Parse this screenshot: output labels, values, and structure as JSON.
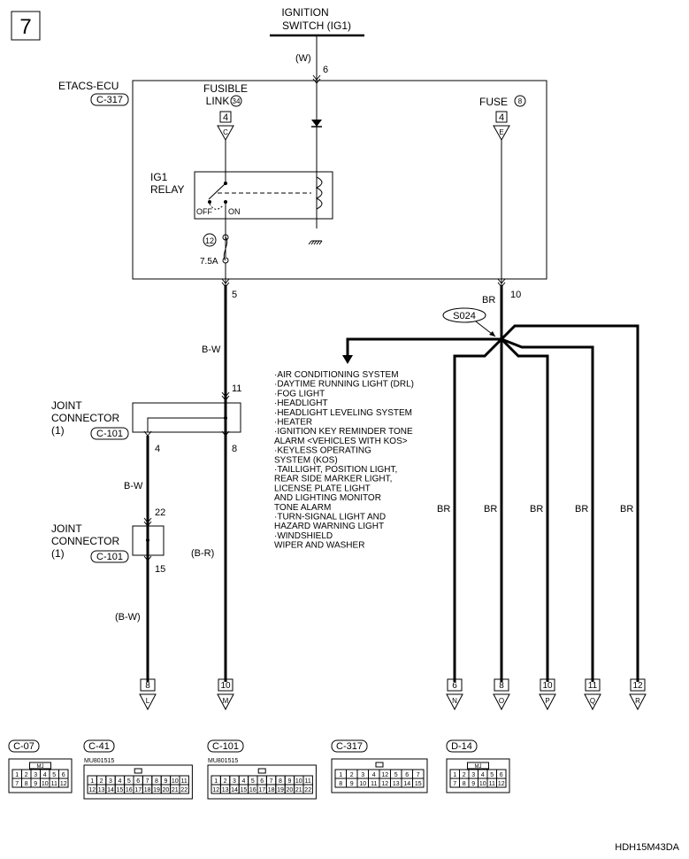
{
  "page_number": "7",
  "ignition": {
    "line1": "IGNITION",
    "line2": "SWITCH (IG1)",
    "wire_color": "(W)",
    "pin": "6"
  },
  "etacs": {
    "name": "ETACS-ECU",
    "connector": "C-317"
  },
  "fusible_link": {
    "line1": "FUSIBLE",
    "line2": "LINK",
    "num": "34",
    "amp": "4",
    "letter": "C"
  },
  "fuse": {
    "label": "FUSE",
    "num": "8",
    "amp": "4",
    "letter": "E"
  },
  "relay": {
    "line1": "IG1",
    "line2": "RELAY",
    "off": "OFF",
    "on": "ON"
  },
  "internal_fuse": {
    "num": "12",
    "amp": "7.5A"
  },
  "left_wire": {
    "pin_out": "5",
    "color": "B-W",
    "jc_in": "11",
    "jc_out_a": "4",
    "jc_out_b": "8",
    "color2": "B-W",
    "jc2_in": "22",
    "jc2_out": "15",
    "color3": "(B-W)",
    "color_br": "(B-R)"
  },
  "joint1": {
    "line1": "JOINT",
    "line2": "CONNECTOR",
    "line3": "(1)",
    "connector": "C-101"
  },
  "joint2": {
    "line1": "JOINT",
    "line2": "CONNECTOR",
    "line3": "(1)",
    "connector": "C-101"
  },
  "right_wire": {
    "color": "BR",
    "pin_out": "10",
    "splice": "S024"
  },
  "systems": [
    "·AIR CONDITIONING SYSTEM",
    "·DAYTIME RUNNING LIGHT (DRL)",
    "·FOG LIGHT",
    "·HEADLIGHT",
    "·HEADLIGHT LEVELING SYSTEM",
    "·HEATER",
    "·IGNITION KEY REMINDER TONE",
    " ALARM <VEHICLES WITH KOS>",
    "·KEYLESS OPERATING",
    " SYSTEM (KOS)",
    "·TAILLIGHT, POSITION LIGHT,",
    " REAR SIDE MARKER LIGHT,",
    " LICENSE PLATE LIGHT",
    " AND LIGHTING MONITOR",
    " TONE ALARM",
    "·TURN-SIGNAL LIGHT AND",
    " HAZARD WARNING LIGHT",
    "·WINDSHIELD",
    " WIPER AND WASHER"
  ],
  "branches": [
    {
      "color": "BR",
      "pin": "6",
      "letter": "N"
    },
    {
      "color": "BR",
      "pin": "8",
      "letter": "O"
    },
    {
      "color": "BR",
      "pin": "10",
      "letter": "P"
    },
    {
      "color": "BR",
      "pin": "11",
      "letter": "Q"
    },
    {
      "color": "BR",
      "pin": "12",
      "letter": "R"
    }
  ],
  "terminals_left": [
    {
      "pin": "8",
      "letter": "L"
    },
    {
      "pin": "10",
      "letter": "M"
    }
  ],
  "connectors": [
    {
      "name": "C-07",
      "part": "",
      "mj": "MJ",
      "row1": [
        "1",
        "2",
        "3",
        "4",
        "5",
        "6"
      ],
      "row2": [
        "7",
        "8",
        "9",
        "10",
        "11",
        "12"
      ]
    },
    {
      "name": "C-41",
      "part": "MU801515",
      "mj": "",
      "row1": [
        "1",
        "2",
        "3",
        "4",
        "5",
        "6",
        "7",
        "8",
        "9",
        "10",
        "11"
      ],
      "row2": [
        "12",
        "13",
        "14",
        "15",
        "16",
        "17",
        "18",
        "19",
        "20",
        "21",
        "22"
      ]
    },
    {
      "name": "C-101",
      "part": "MU801515",
      "mj": "",
      "row1": [
        "1",
        "2",
        "3",
        "4",
        "5",
        "6",
        "7",
        "8",
        "9",
        "10",
        "11"
      ],
      "row2": [
        "12",
        "13",
        "14",
        "15",
        "16",
        "17",
        "18",
        "19",
        "20",
        "21",
        "22"
      ]
    },
    {
      "name": "C-317",
      "part": "",
      "mj": "",
      "row1": [
        "1",
        "2",
        "3",
        "4",
        "12",
        "5",
        "6",
        "7"
      ],
      "row2": [
        "8",
        "9",
        "10",
        "11",
        "12",
        "13",
        "14",
        "15"
      ]
    },
    {
      "name": "D-14",
      "part": "",
      "mj": "MJ",
      "row1": [
        "1",
        "2",
        "3",
        "4",
        "5",
        "6"
      ],
      "row2": [
        "7",
        "8",
        "9",
        "10",
        "11",
        "12"
      ]
    }
  ],
  "code": "HDH15M43DA"
}
